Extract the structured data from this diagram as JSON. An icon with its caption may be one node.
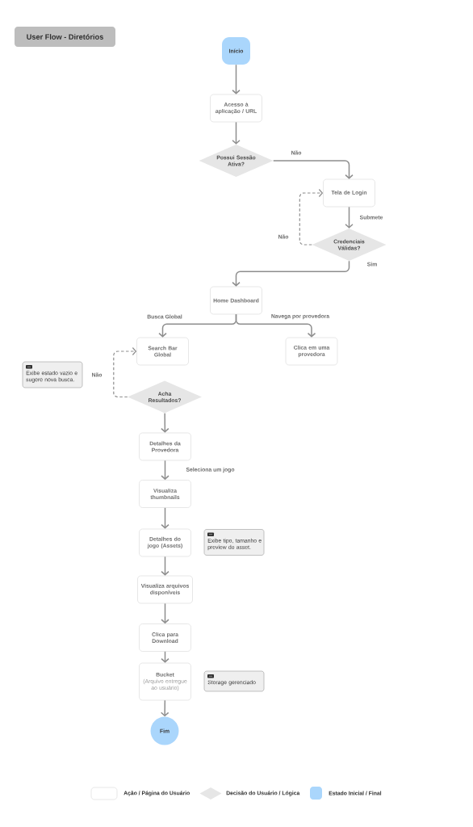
{
  "diagram": {
    "title": "User Flow - Diretórios",
    "nodes": [
      {
        "text": [
          "Início"
        ]
      },
      {
        "text": [
          "Acesso à aplicação / URL"
        ]
      },
      {
        "text": [
          "Possui Sessão Ativa?"
        ]
      },
      {
        "text": [
          "Tela de Login"
        ]
      },
      {
        "text": [
          "Credenciais Válidas?"
        ]
      },
      {
        "text": [
          "Home Dashboard"
        ]
      },
      {
        "text": [
          "Search Bar Global"
        ]
      },
      {
        "text": [
          "Clica em uma provedora"
        ]
      },
      {
        "text": [
          "Exibe estado vazio e sugere nova busca."
        ]
      },
      {
        "text": [
          "Acha Resultados?"
        ]
      },
      {
        "text": [
          "Detalhes da Provedora"
        ]
      },
      {
        "text": [
          "Visualiza thumbnails"
        ]
      },
      {
        "text": [
          "Detalhes do jogo (Assets)"
        ]
      },
      {
        "text": [
          "Exibe tipo, tamanho e preview do asset."
        ]
      },
      {
        "text": [
          "Visualiza arquivos disponíveis"
        ]
      },
      {
        "text": [
          "Clica para Download"
        ]
      },
      {
        "text": [
          "Bucket",
          "(Arquivo entregue ao usuário)"
        ]
      },
      {
        "text": [
          "Storage gerenciado"
        ]
      },
      {
        "text": [
          "Fim"
        ]
      }
    ],
    "edges": [
      {
        "from": 0,
        "to": 1,
        "arrow": "to"
      },
      {
        "from": 1,
        "to": 2,
        "arrow": "to"
      },
      {
        "from": 2,
        "to": 3,
        "arrow": "to",
        "label": "Não"
      },
      {
        "from": 3,
        "to": 4,
        "arrow": "to",
        "label": "Submete"
      },
      {
        "from": 4,
        "to": 3,
        "arrow": "to",
        "label": "Não",
        "style": "dashed"
      },
      {
        "from": 4,
        "to": 5,
        "arrow": "to",
        "label": "Sim"
      },
      {
        "from": 5,
        "to": 6,
        "arrow": "to",
        "label": "Busca Global"
      },
      {
        "from": 5,
        "to": 7,
        "arrow": "to",
        "label": "Navega por provedora"
      },
      {
        "from": 9,
        "to": 6,
        "arrow": "to",
        "label": "Não",
        "style": "dashed"
      },
      {
        "from": 9,
        "to": 10,
        "arrow": "to"
      },
      {
        "from": 10,
        "to": 11,
        "arrow": "to",
        "label": "Seleciona um jogo"
      },
      {
        "from": 11,
        "to": 12,
        "arrow": "to"
      },
      {
        "from": 12,
        "to": 14,
        "arrow": "to"
      },
      {
        "from": 14,
        "to": 15,
        "arrow": "to"
      },
      {
        "from": 15,
        "to": 16,
        "arrow": "to"
      },
      {
        "from": 16,
        "to": 18,
        "arrow": "to"
      }
    ],
    "legend": [
      {
        "text": "Ação / Página do Usuário"
      },
      {
        "text": "Decisão do Usuário / Lógica"
      },
      {
        "text": "Estado Inicial / Final",
        "color": "#aad6fc"
      }
    ]
  }
}
